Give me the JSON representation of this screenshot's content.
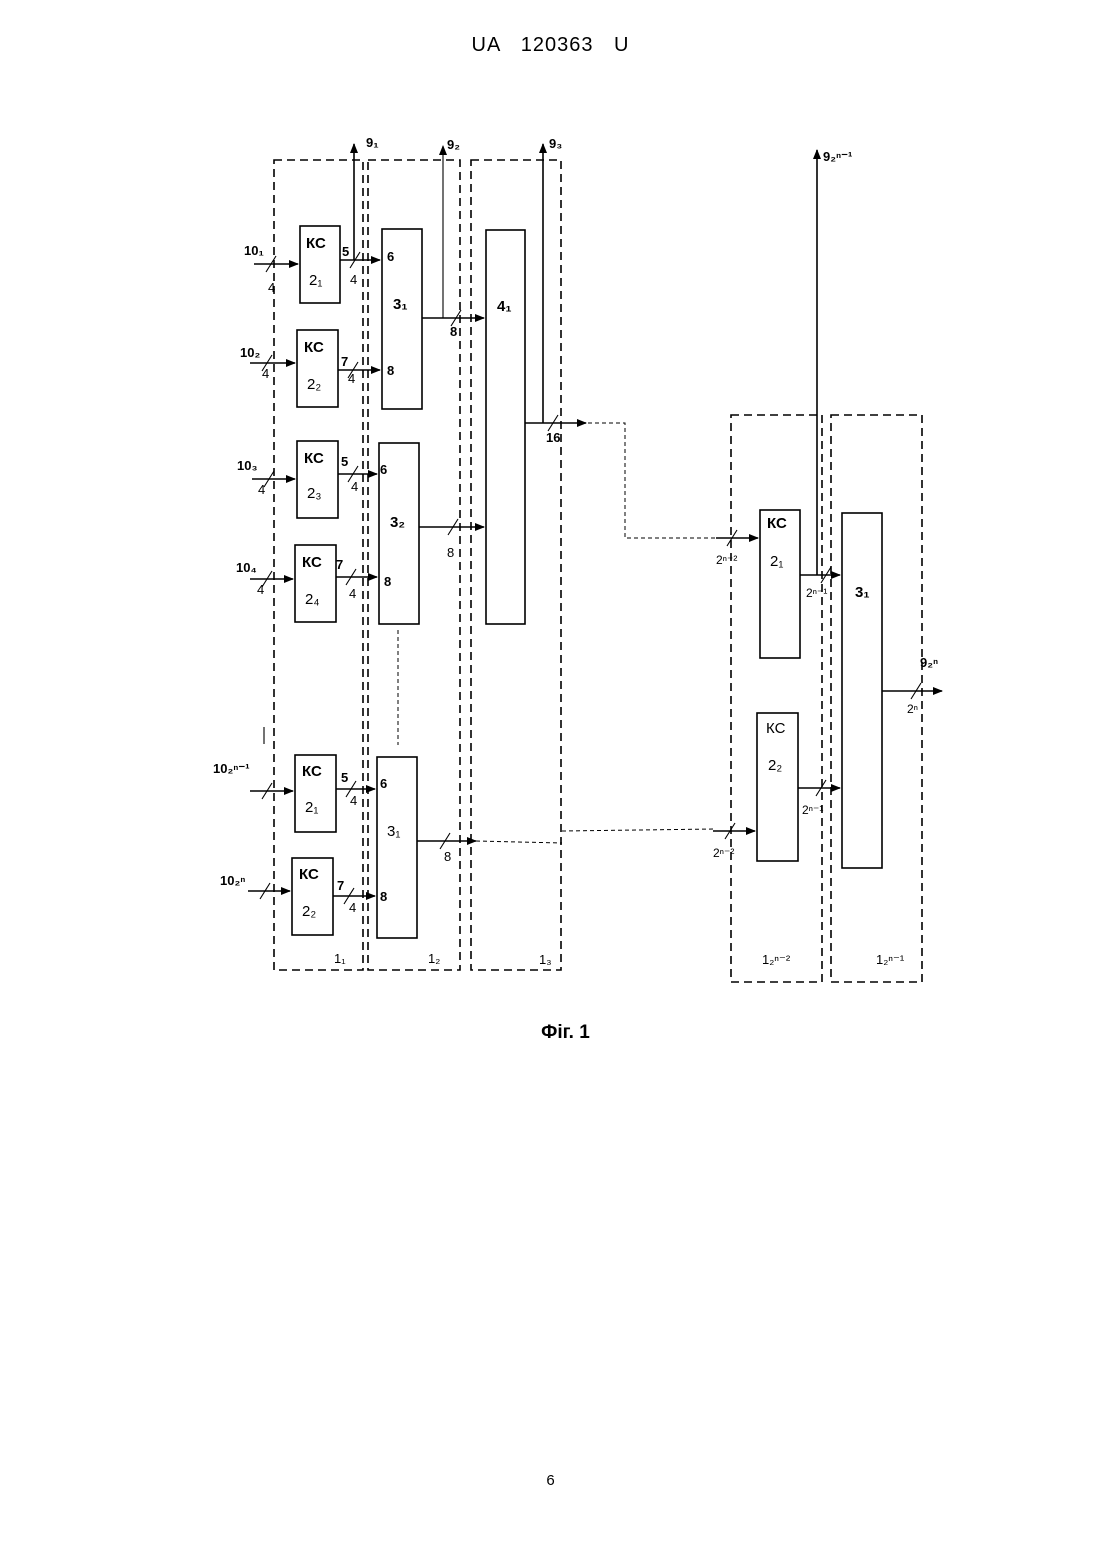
{
  "header": "UA 120363 U",
  "page_number": "6",
  "figure_caption": "Фіг. 1",
  "labels": {
    "ks": "КС",
    "in1": "10₁",
    "in2": "10₂",
    "in3": "10₃",
    "in4": "10₄",
    "in_n1": "10₂ⁿ⁻¹",
    "in_n": "10₂ⁿ",
    "out1": "9₁",
    "out2": "9₂",
    "out3": "9₃",
    "out4": "9₂ⁿ⁻¹",
    "out5": "9₂ⁿ",
    "ks_1": "2₁",
    "ks_2": "2₂",
    "ks_3": "2₃",
    "ks_4": "2₄",
    "b3_1": "3₁",
    "b3_2": "3₂",
    "b4_1": "4₁",
    "n4": "4",
    "n5": "5",
    "n6": "6",
    "n7": "7",
    "n8": "8",
    "n16": "16",
    "bus_n2": "2ⁿ⁻²",
    "bus_n1": "2ⁿ⁻¹",
    "bus_n": "2ⁿ",
    "mod_1": "1₁",
    "mod_2": "1₂",
    "mod_3": "1₃",
    "mod_n2": "1₂ⁿ⁻²",
    "mod_n1": "1₂ⁿ⁻¹"
  }
}
